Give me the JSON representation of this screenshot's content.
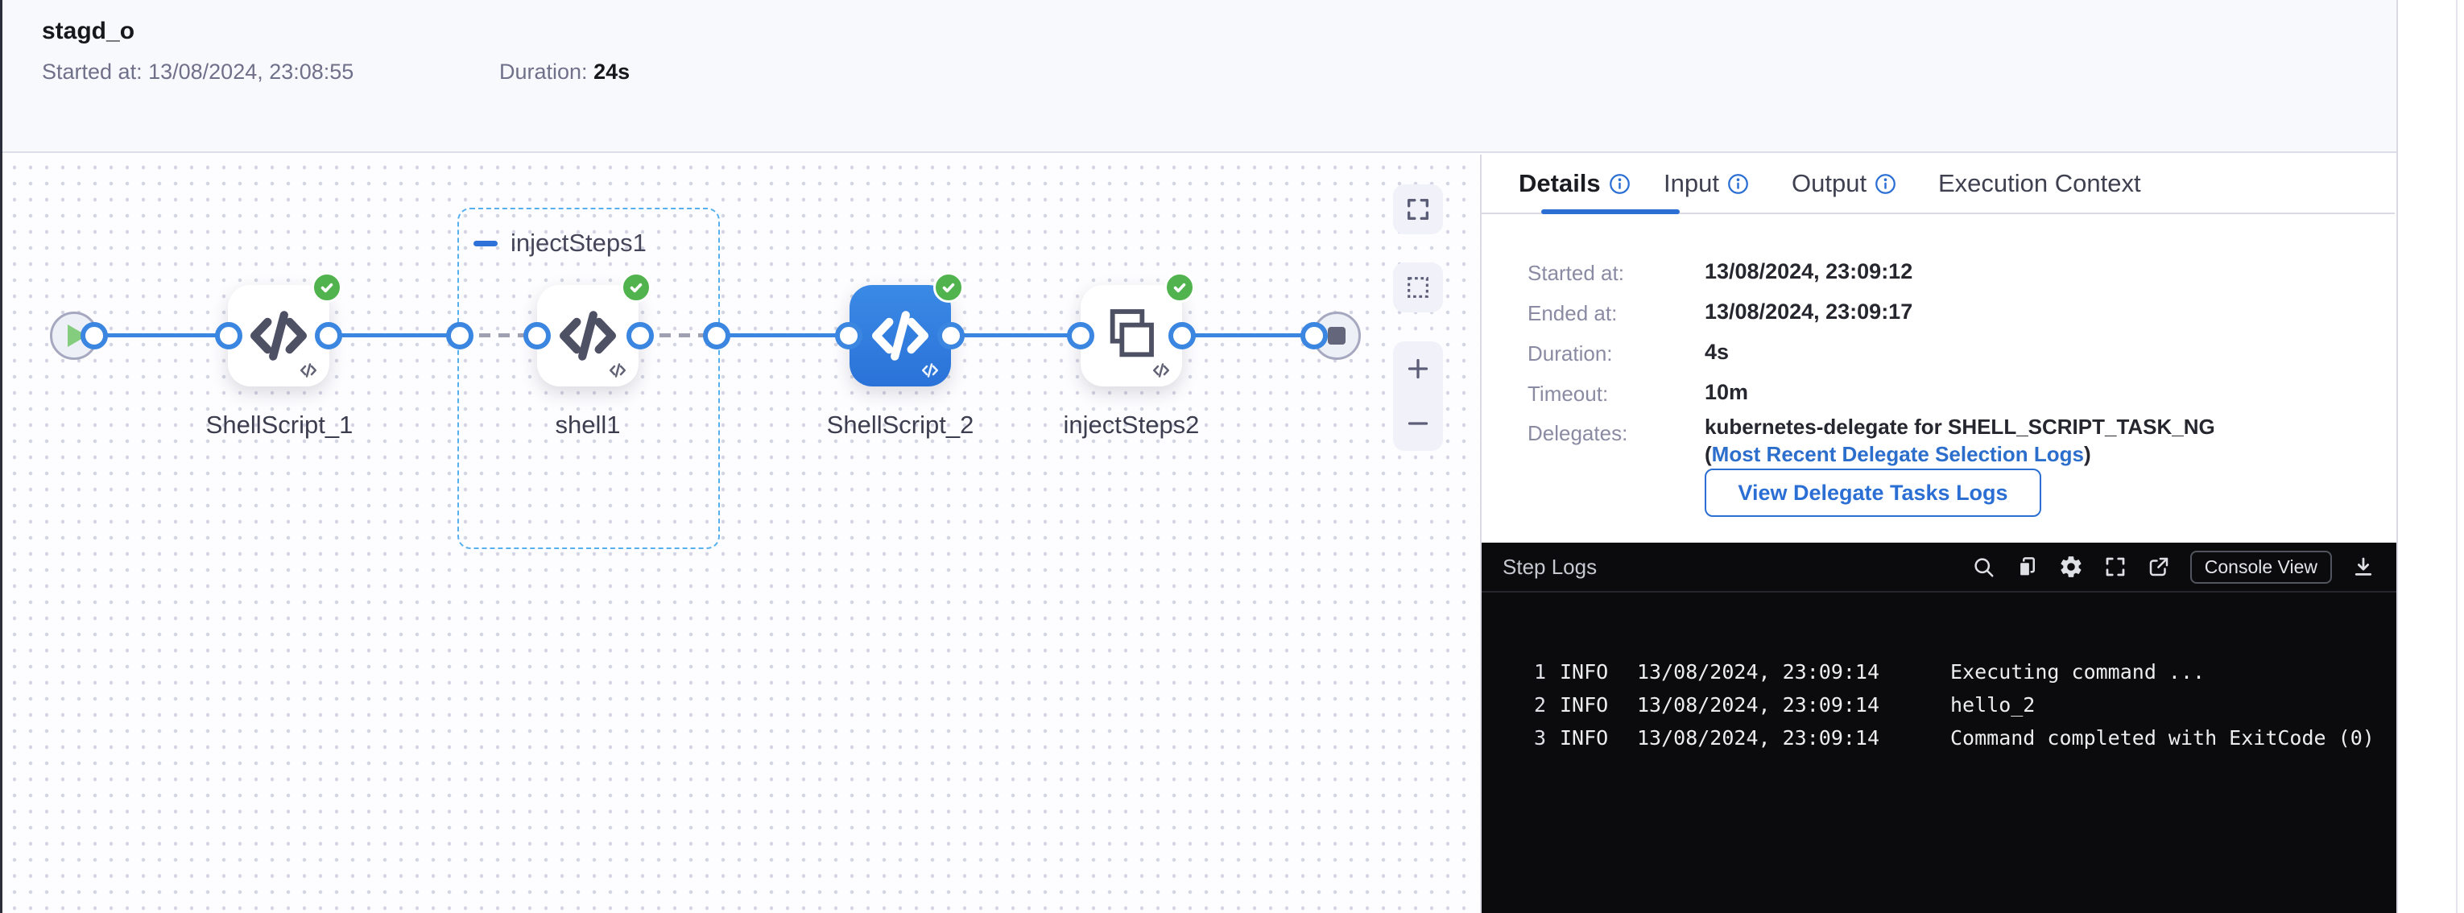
{
  "header": {
    "title": "stagd_o",
    "started_label": "Started at:",
    "started_value": "13/08/2024, 23:08:55",
    "duration_label": "Duration:",
    "duration_value": "24s"
  },
  "canvas": {
    "group": {
      "label": "injectSteps1"
    },
    "nodes": [
      {
        "label": "ShellScript_1",
        "status": "success"
      },
      {
        "label": "shell1",
        "status": "success"
      },
      {
        "label": "ShellScript_2",
        "status": "success",
        "selected": true
      },
      {
        "label": "injectSteps2",
        "status": "success"
      }
    ],
    "controls": [
      "fullscreen",
      "marquee-select",
      "zoom-in",
      "zoom-out"
    ]
  },
  "panel": {
    "tabs": [
      {
        "label": "Details",
        "active": true,
        "has_info": true
      },
      {
        "label": "Input",
        "has_info": true
      },
      {
        "label": "Output",
        "has_info": true
      },
      {
        "label": "Execution Context",
        "has_info": false
      }
    ],
    "details": {
      "rows": [
        {
          "label": "Started at:",
          "value": "13/08/2024, 23:09:12"
        },
        {
          "label": "Ended at:",
          "value": "13/08/2024, 23:09:17"
        },
        {
          "label": "Duration:",
          "value": "4s"
        },
        {
          "label": "Timeout:",
          "value": "10m"
        }
      ],
      "delegates": {
        "label": "Delegates:",
        "value_prefix": "kubernetes-delegate for SHELL_SCRIPT_TASK_NG (",
        "link": "Most Recent Delegate Selection Logs",
        "value_suffix": ")",
        "button_label": "View Delegate Tasks Logs"
      }
    },
    "logs": {
      "title": "Step Logs",
      "console_view_label": "Console View",
      "lines": [
        {
          "num": "1",
          "level": "INFO",
          "time": "13/08/2024, 23:09:14",
          "message": "Executing command ..."
        },
        {
          "num": "2",
          "level": "INFO",
          "time": "13/08/2024, 23:09:14",
          "message": "hello_2"
        },
        {
          "num": "3",
          "level": "INFO",
          "time": "13/08/2024, 23:09:14",
          "message": "Command completed with ExitCode (0)"
        }
      ]
    }
  },
  "colors": {
    "accent_blue": "#2b6fd4",
    "edge_blue": "#3a86e0",
    "success_green": "#50b34e",
    "link_blue": "#2c6ecb",
    "selected_node_blue": "#3079df",
    "log_background": "#0b0b0d"
  }
}
